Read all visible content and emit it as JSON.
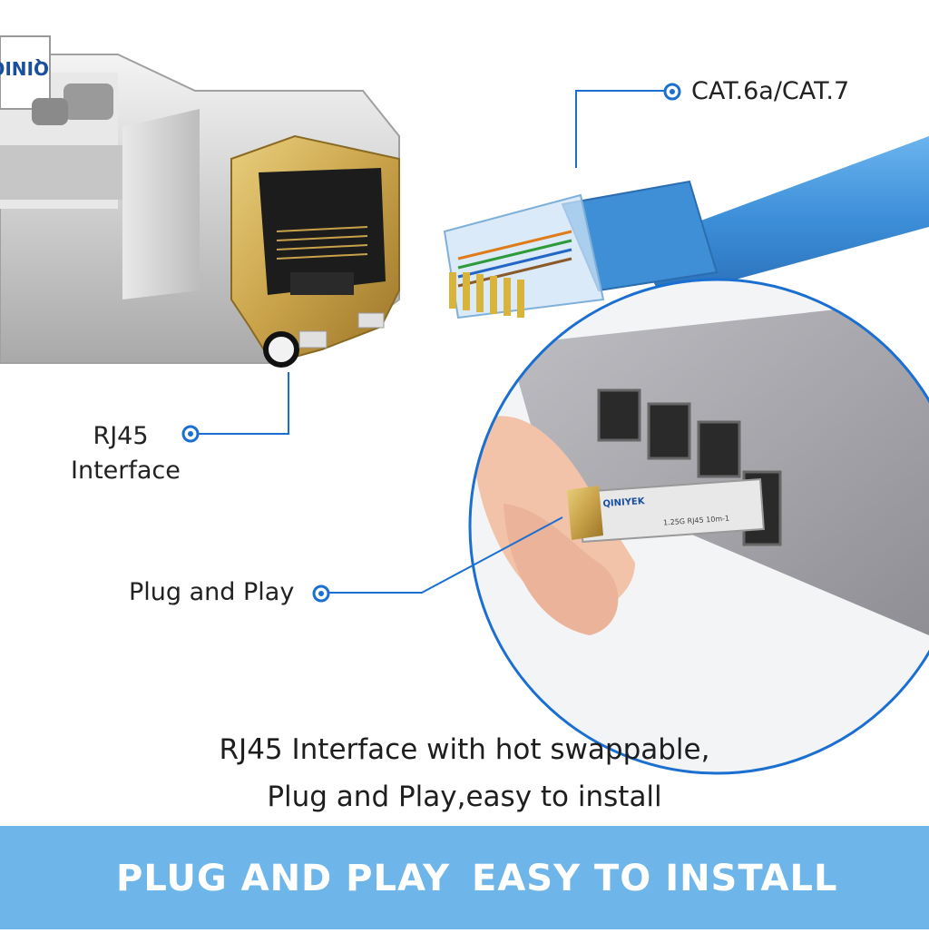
{
  "callouts": {
    "cable": "CAT.6a/CAT.7",
    "rj45_line1": "RJ45",
    "rj45_line2": "Interface",
    "plug": "Plug and Play"
  },
  "module_text": {
    "brand_top": "QINIO",
    "brand_inset": "QINIYEK",
    "inset_line": "1.25G RJ45 10m-1"
  },
  "caption": {
    "line1": "RJ45 Interface with hot swappable,",
    "line2": "Plug and Play,easy to install"
  },
  "banner": {
    "left": "PLUG AND PLAY",
    "right": "EASY TO INSTALL"
  },
  "colors": {
    "accent_blue": "#1a6fd0",
    "banner": "#6eb6ea",
    "cable_blue": "#3d8fd9",
    "gold": "#c9a24a"
  }
}
